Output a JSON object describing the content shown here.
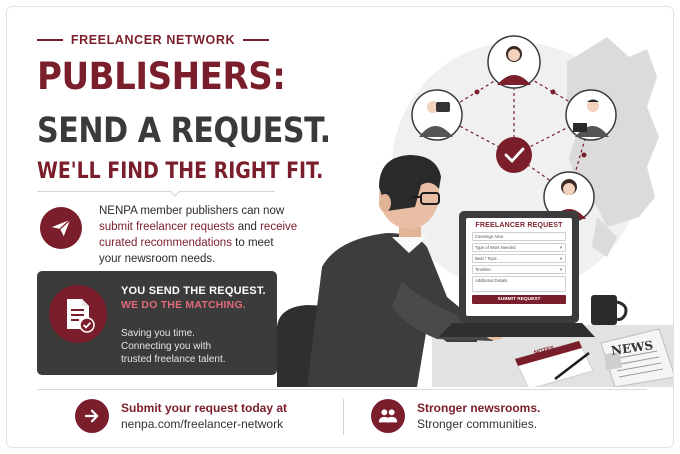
{
  "eyebrow": "FREELANCER NETWORK",
  "headline": {
    "line1": "PUBLISHERS:",
    "line2": "SEND A REQUEST.",
    "line3": "WE'LL FIND THE RIGHT FIT."
  },
  "intro": {
    "part1": "NENPA member publishers can now ",
    "highlight1": "submit freelancer requests",
    "part2": " and ",
    "highlight2": "receive curated recommendations",
    "part3": " to meet your newsroom needs."
  },
  "callout": {
    "heading1": "YOU SEND THE REQUEST.",
    "heading2": "WE DO THE MATCHING.",
    "body_line1": "Saving you time.",
    "body_line2": "Connecting you with",
    "body_line3": "trusted freelance talent."
  },
  "cta": {
    "line1": "Submit your request today at",
    "line2": "nenpa.com/freelancer-network"
  },
  "tagline": {
    "line1": "Stronger newsrooms.",
    "line2": "Stronger communities."
  },
  "laptop_form": {
    "title": "FREELANCER REQUEST",
    "fields": [
      "Coverage Area",
      "Type of Work Needed",
      "Beat / Topic",
      "Timeline",
      "Additional Details"
    ],
    "submit_label": "SUBMIT REQUEST"
  },
  "props": {
    "notes_label": "NOTES",
    "news_label": "NEWS"
  },
  "colors": {
    "brand": "#7b1e2b",
    "dark_panel": "#3b3b3b",
    "accent_pink": "#e16a79",
    "text": "#2b2b2b"
  },
  "icons": {
    "intro": "paper-plane-icon",
    "callout": "document-check-icon",
    "cta": "arrow-right-icon",
    "tagline": "people-icon"
  }
}
